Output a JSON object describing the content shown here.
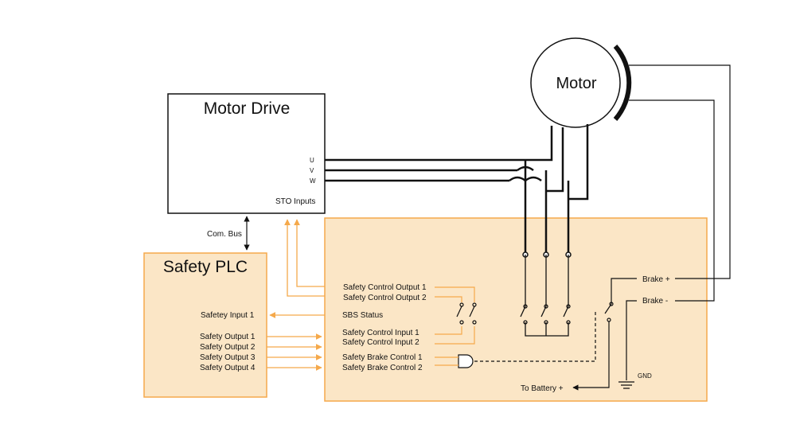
{
  "colors": {
    "orange": "#f5a94b",
    "fill": "#fbe6c6",
    "black": "#111111"
  },
  "motor_drive": {
    "title": "Motor Drive",
    "phases": [
      "U",
      "V",
      "W"
    ],
    "sto_label": "STO Inputs"
  },
  "motor": {
    "label": "Motor"
  },
  "com_bus": {
    "label": "Com. Bus"
  },
  "safety_plc": {
    "title": "Safety PLC",
    "input": "Safetey Input 1",
    "outputs": [
      "Safety Output 1",
      "Safety Output 2",
      "Safety Output 3",
      "Safety Output 4"
    ]
  },
  "relay": {
    "control_outputs": [
      "Safety Control Output 1",
      "Safety Control Output 2"
    ],
    "sbs_status": "SBS Status",
    "control_inputs": [
      "Safety Control Input 1",
      "Safety Control Input 2"
    ],
    "brake_controls": [
      "Safety Brake Control 1",
      "Safety Brake Control 2"
    ],
    "brake_plus": "Brake +",
    "brake_minus": "Brake -",
    "battery": "To Battery +",
    "gnd": "GND"
  }
}
